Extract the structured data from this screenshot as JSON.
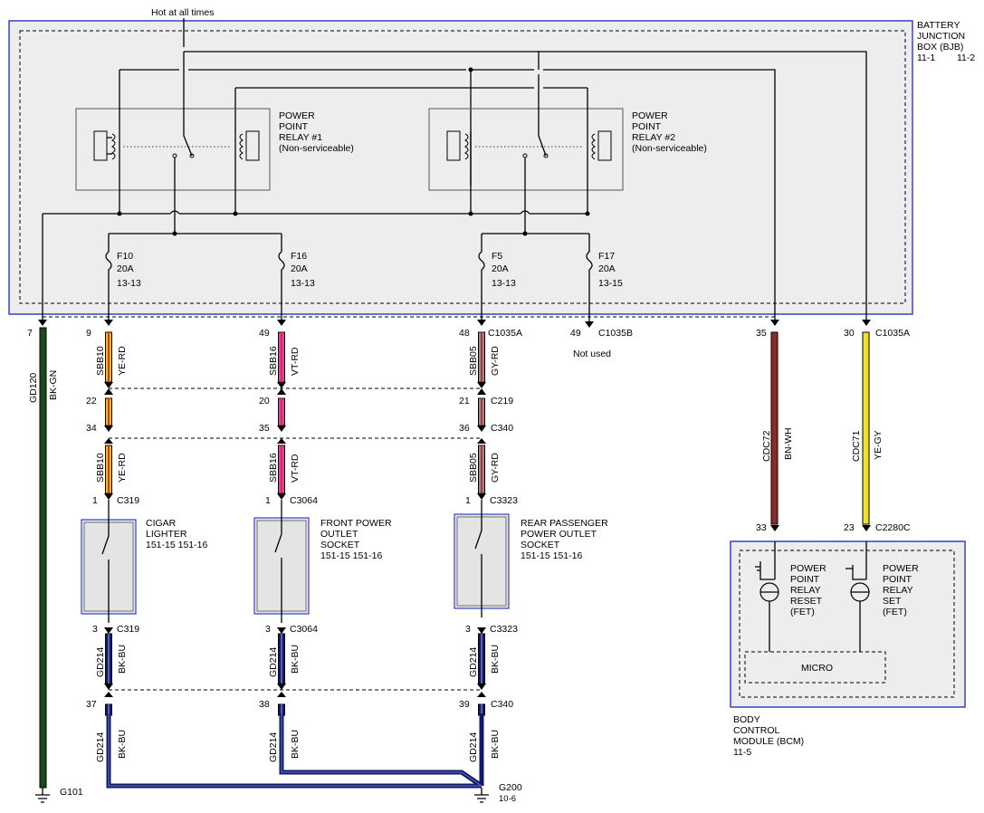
{
  "title_top": "Hot at all times",
  "bjb": {
    "l1": "BATTERY",
    "l2": "JUNCTION",
    "l3": "BOX (BJB)",
    "r1": "11-1",
    "r2": "11-2"
  },
  "relay1": {
    "l1": "POWER",
    "l2": "POINT",
    "l3": "RELAY #1",
    "l4": "(Non-serviceable)"
  },
  "relay2": {
    "l1": "POWER",
    "l2": "POINT",
    "l3": "RELAY #2",
    "l4": "(Non-serviceable)"
  },
  "fuses": [
    {
      "name": "F10",
      "amp": "20A",
      "ref": "13-13"
    },
    {
      "name": "F16",
      "amp": "20A",
      "ref": "13-13"
    },
    {
      "name": "F5",
      "amp": "20A",
      "ref": "13-13"
    },
    {
      "name": "F17",
      "amp": "20A",
      "ref": "13-15"
    }
  ],
  "ground_wire": {
    "pin": "7",
    "circuit": "GD120",
    "color": "BK-GN",
    "ground": "G101"
  },
  "circuits": [
    {
      "pin_bjb": "9",
      "circuit": "SBB10",
      "color": "YE-RD",
      "hex": "#f2c300",
      "hex2": "#d8302a",
      "c219_pin": "22",
      "c340_pin": "34",
      "load_pin": "1",
      "load_conn": "C319",
      "load": {
        "l1": "CIGAR",
        "l2": "LIGHTER",
        "l3": "151-15  151-16"
      },
      "ret_pin": "3",
      "ret_conn": "C319",
      "ret_circuit": "GD214",
      "ret_color": "BK-BU",
      "c340_ret_pin": "37"
    },
    {
      "pin_bjb": "49",
      "circuit": "SBB16",
      "color": "VT-RD",
      "hex": "#e040c0",
      "hex2": "#d8302a",
      "c219_pin": "20",
      "c340_pin": "35",
      "load_pin": "1",
      "load_conn": "C3064",
      "load": {
        "l1": "FRONT POWER",
        "l2": "OUTLET",
        "l3": "SOCKET",
        "l4": "151-15  151-16"
      },
      "ret_pin": "3",
      "ret_conn": "C3064",
      "ret_circuit": "GD214",
      "ret_color": "BK-BU",
      "c340_ret_pin": "38"
    },
    {
      "pin_bjb": "48",
      "bjb_conn": "C1035A",
      "circuit": "SBB05",
      "color": "GY-RD",
      "hex": "#909090",
      "hex2": "#c03030",
      "c219_pin": "21",
      "c219_conn": "C219",
      "c340_pin": "36",
      "c340_conn": "C340",
      "load_pin": "1",
      "load_conn": "C3323",
      "load": {
        "l1": "REAR PASSENGER",
        "l2": "POWER OUTLET",
        "l3": "SOCKET",
        "l4": "151-15  151-16"
      },
      "ret_pin": "3",
      "ret_conn": "C3323",
      "ret_circuit": "GD214",
      "ret_color": "BK-BU",
      "c340_ret_pin": "39",
      "c340_ret_conn": "C340"
    }
  ],
  "unused": {
    "pin": "49",
    "conn": "C1035B",
    "label": "Not used"
  },
  "ground_main": {
    "name": "G200",
    "ref": "10-6"
  },
  "bcm_wires": [
    {
      "pin_top": "35",
      "circuit": "CDC72",
      "color": "BN-WH",
      "pin_bot": "33"
    },
    {
      "pin_top": "30",
      "conn_top": "C1035A",
      "circuit": "CDC71",
      "color": "YE-GY",
      "pin_bot": "23",
      "conn_bot": "C2280C"
    }
  ],
  "bcm": {
    "reset": {
      "l1": "POWER",
      "l2": "POINT",
      "l3": "RELAY",
      "l4": "RESET",
      "l5": "(FET)"
    },
    "set": {
      "l1": "POWER",
      "l2": "POINT",
      "l3": "RELAY",
      "l4": "SET",
      "l5": "(FET)"
    },
    "micro": "MICRO",
    "name": {
      "l1": "BODY",
      "l2": "CONTROL",
      "l3": "MODULE (BCM)",
      "l4": "11-5"
    }
  }
}
